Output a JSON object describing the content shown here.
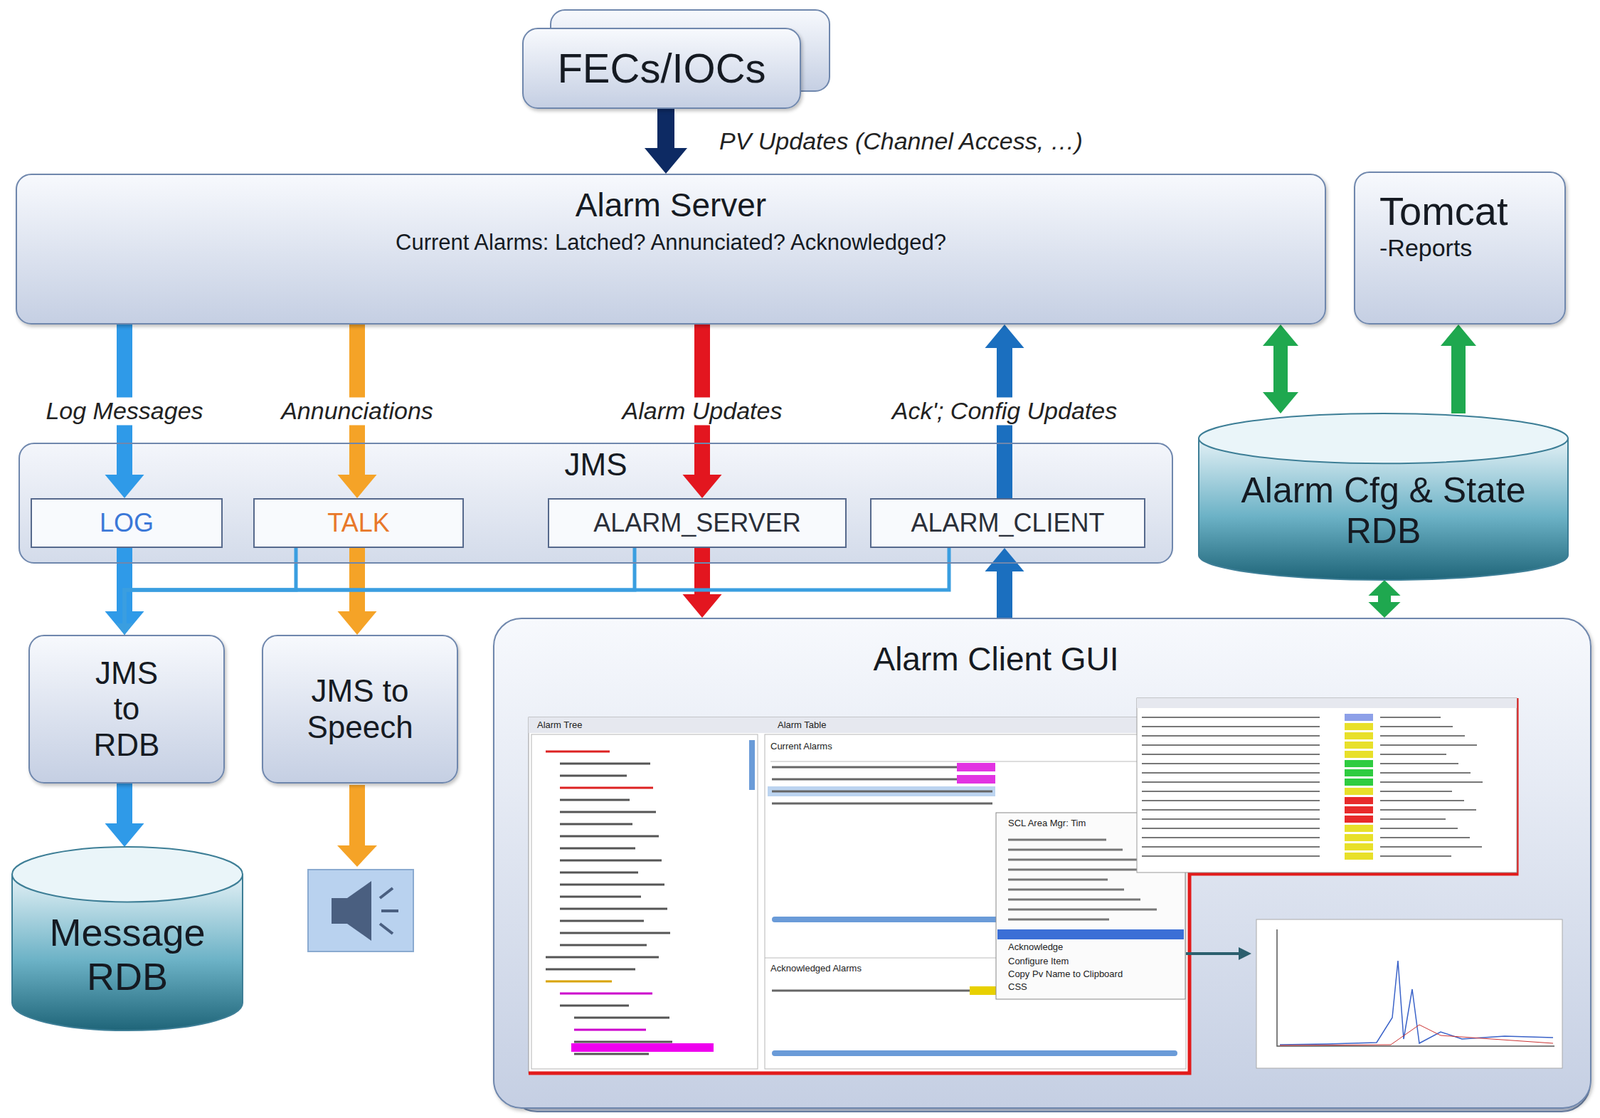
{
  "diagram": {
    "nodes": [
      {
        "text": [
          "FECs/IOCs"
        ]
      },
      {
        "text": [
          "Alarm Server",
          "Current Alarms: Latched? Annunciated? Acknowledged?"
        ]
      },
      {
        "text": [
          "Tomcat",
          "-Reports"
        ]
      },
      {
        "text": [
          "JMS"
        ]
      },
      {
        "text": [
          "LOG"
        ],
        "in": 3
      },
      {
        "text": [
          "TALK"
        ],
        "in": 3
      },
      {
        "text": [
          "ALARM_SERVER"
        ],
        "in": 3
      },
      {
        "text": [
          "ALARM_CLIENT"
        ],
        "in": 3
      },
      {
        "text": [
          "Alarm Cfg & State RDB"
        ]
      },
      {
        "text": [
          "JMS to RDB"
        ]
      },
      {
        "text": [
          "JMS to Speech"
        ]
      },
      {
        "text": [
          "Alarm Client GUI"
        ]
      },
      {
        "text": [
          "Message RDB"
        ]
      }
    ],
    "edges": [
      {
        "from": 0,
        "to": 1,
        "arrow": "to",
        "label": "PV Updates (Channel Access, …)"
      },
      {
        "from": 1,
        "to": 4,
        "arrow": "to",
        "label": "Log Messages"
      },
      {
        "from": 1,
        "to": 5,
        "arrow": "to",
        "label": "Annunciations"
      },
      {
        "from": 1,
        "to": 6,
        "arrow": "to",
        "label": "Alarm Updates"
      },
      {
        "from": 7,
        "to": 1,
        "arrow": "to",
        "label": "Ack'; Config Updates"
      },
      {
        "from": 4,
        "to": 9,
        "arrow": "to"
      },
      {
        "from": 5,
        "to": 10,
        "arrow": "to"
      },
      {
        "from": 6,
        "to": 11,
        "arrow": "to"
      },
      {
        "from": 11,
        "to": 7,
        "arrow": "to"
      },
      {
        "from": 5,
        "to": 9,
        "arrow": "to"
      },
      {
        "from": 6,
        "to": 9,
        "arrow": "to"
      },
      {
        "from": 7,
        "to": 9,
        "arrow": "to"
      },
      {
        "from": 9,
        "to": 12,
        "arrow": "to"
      },
      {
        "from": 1,
        "to": 8,
        "arrow": "both"
      },
      {
        "from": 8,
        "to": 2,
        "arrow": "to"
      },
      {
        "from": 8,
        "to": 11,
        "arrow": "both"
      }
    ],
    "labels": [
      "Alarm Tree",
      "Alarm Table",
      "Current Alarms",
      "SCL Area Mgr: Tim",
      "Acknowledge",
      "Configure Item",
      "Copy Pv Name to Clipboard",
      "CSS",
      "Acknowledged Alarms"
    ]
  }
}
